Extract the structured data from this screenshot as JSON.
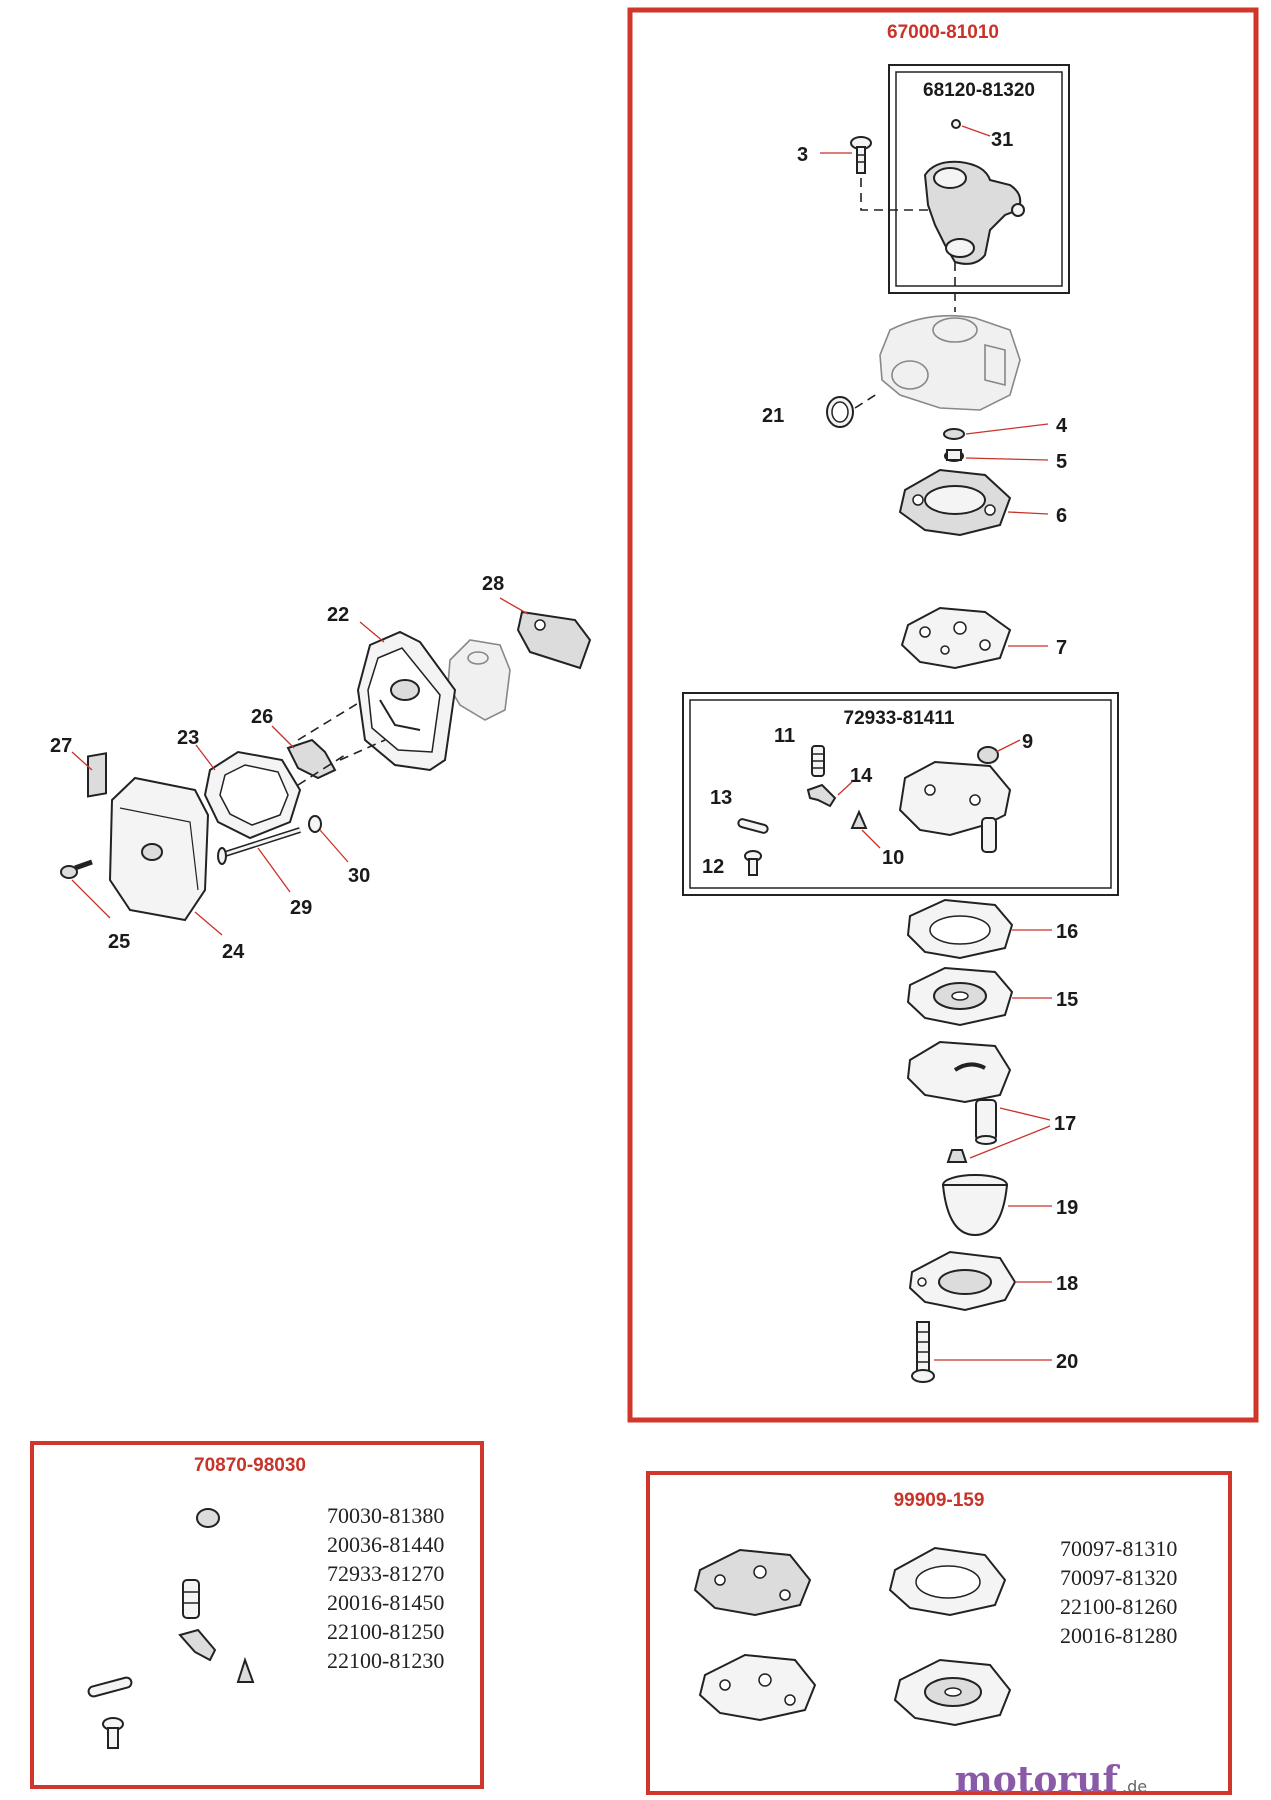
{
  "frames": {
    "carburetor_assembly": {
      "part_no": "67000-81010"
    },
    "carburetor_body": {
      "part_no": "68120-81320"
    },
    "pump_body_kit": {
      "part_no": "72933-81411"
    },
    "repair_kit_a": {
      "part_no": "70870-98030",
      "contents": [
        "70030-81380",
        "20036-81440",
        "72933-81270",
        "20016-81450",
        "22100-81250",
        "22100-81230"
      ]
    },
    "gasket_kit": {
      "part_no": "99909-159",
      "contents": [
        "70097-81310",
        "70097-81320",
        "22100-81260",
        "20016-81280"
      ]
    }
  },
  "callouts": {
    "c3": "3",
    "c31": "31",
    "c21": "21",
    "c4": "4",
    "c5": "5",
    "c6": "6",
    "c7": "7",
    "c9": "9",
    "c11": "11",
    "c14": "14",
    "c13": "13",
    "c12": "12",
    "c10": "10",
    "c16": "16",
    "c15": "15",
    "c17": "17",
    "c19": "19",
    "c18": "18",
    "c20": "20",
    "c22": "22",
    "c28": "28",
    "c26": "26",
    "c23": "23",
    "c27": "27",
    "c30": "30",
    "c29": "29",
    "c25": "25",
    "c24": "24"
  },
  "watermark": {
    "brand": "motoruf",
    "suffix": ".de"
  }
}
